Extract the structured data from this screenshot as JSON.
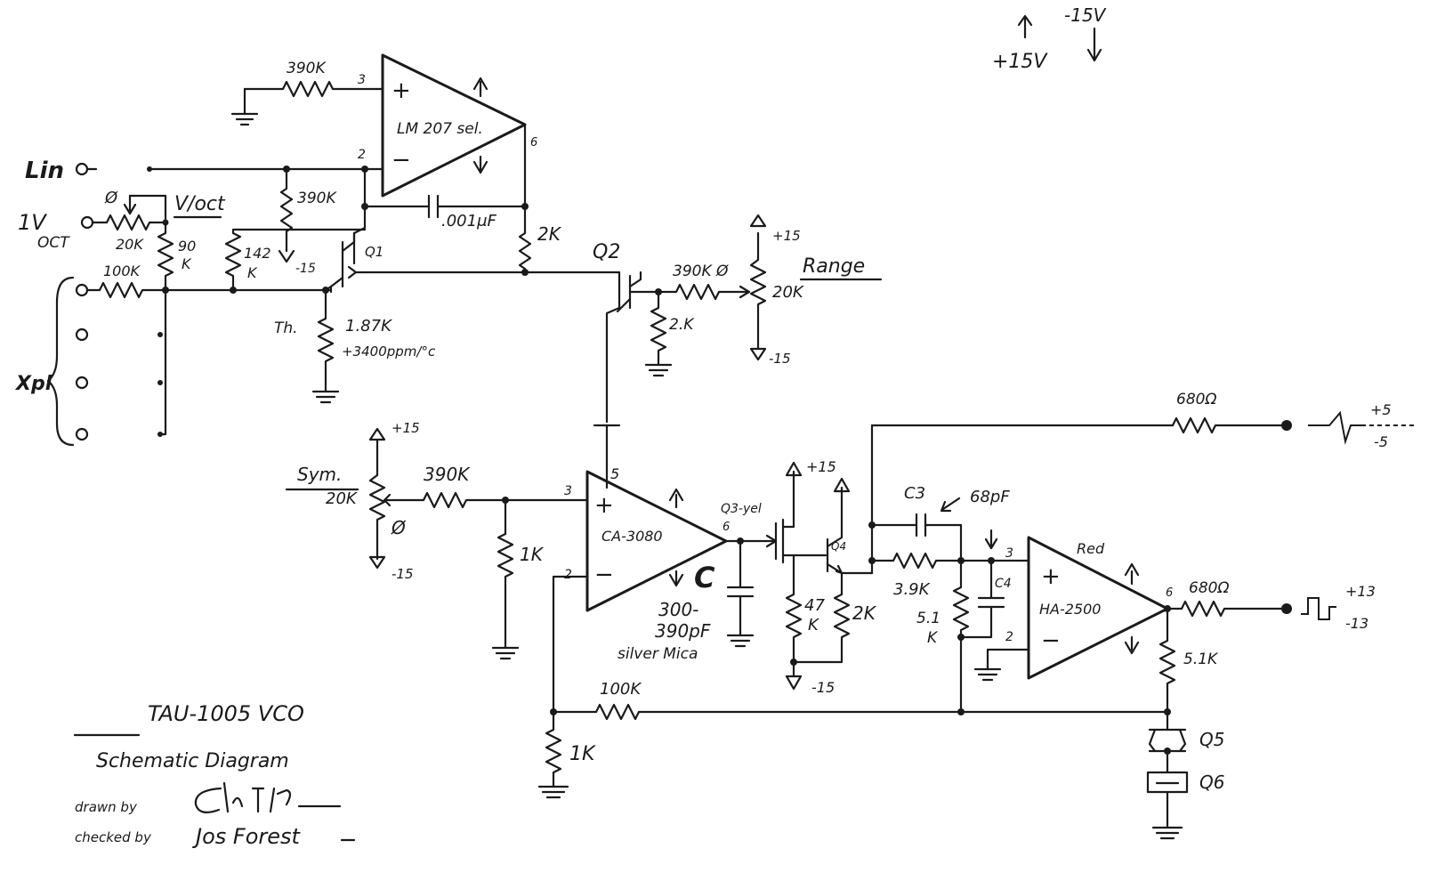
{
  "power": {
    "pos": "+15V",
    "neg": "-15V"
  },
  "opamps": {
    "lm207": {
      "name": "LM 207 sel.",
      "plus": "+",
      "minus": "−",
      "pin_plus": "3",
      "pin_minus": "2",
      "pin_out": "6"
    },
    "ca3080": {
      "name": "CA-3080",
      "plus": "+",
      "minus": "−",
      "pin_plus": "3",
      "pin_minus": "2",
      "pin_out": "6",
      "pin_bias": "5"
    },
    "ha2500": {
      "name": "HA-2500",
      "plus": "+",
      "minus": "−",
      "pin_plus": "3",
      "pin_minus": "2",
      "pin_out": "6",
      "tag": "Red"
    }
  },
  "inputs": {
    "lin": "Lin",
    "one_v_oct_a": "1V",
    "one_v_oct_b": "OCT",
    "xpl": "Xpl",
    "v_oct": "V/oct"
  },
  "labels": {
    "r_390k_top": "390K",
    "r_390k_fb": "390K",
    "cap_001": ".001μF",
    "r_2k_out": "2K",
    "r_20k_voct": "20K",
    "zero_voct": "Ø",
    "r_90k_a": "90",
    "r_90k_b": "K",
    "r_142k_a": "142",
    "r_142k_b": "K",
    "r_100k_in": "100K",
    "neg15_q1": "-15",
    "q1": "Q1",
    "q2": "Q2",
    "th": "Th.",
    "r_187k": "1.87K",
    "tempco": "+3400ppm/°c",
    "range_r": "390K Ø",
    "range_pot": "20K",
    "range": "Range",
    "range_pos": "+15",
    "range_neg": "-15",
    "r_2k_q2": "2.K",
    "sym": "Sym.",
    "sym_pot": "20K",
    "sym_zero": "Ø",
    "sym_pos": "+15",
    "sym_neg": "-15",
    "r_390k_sym": "390K",
    "r_1k_sym": "1K",
    "cap_c": "C",
    "cap_c_val_a": "300-",
    "cap_c_val_b": "390pF",
    "silver": "silver Mica",
    "q3": "Q3-yel",
    "q4": "Q4",
    "q3_pos": "+15",
    "q4_neg": "-15",
    "r_47k_a": "47",
    "r_47k_b": "K",
    "r_2k_q4": "2K",
    "c3": "C3",
    "c3_val": "68pF",
    "c4": "C4",
    "r_39k": "3.9K",
    "r_51k_a": "5.1",
    "r_51k_b": "K",
    "r_680_top": "680Ω",
    "r_680_bot": "680Ω",
    "r_51k_out": "5.1K",
    "q5": "Q5",
    "q6": "Q6",
    "r_100k_fb": "100K",
    "r_1k_fb": "1K",
    "saw_pos": "+5",
    "saw_neg": "-5",
    "sq_pos": "+13",
    "sq_neg": "-13"
  },
  "title_block": {
    "title": "TAU-1005 VCO",
    "subtitle": "Schematic Diagram",
    "drawn_by": "drawn by",
    "checked_by": "checked by",
    "checked_sig": "Jos Forest"
  }
}
